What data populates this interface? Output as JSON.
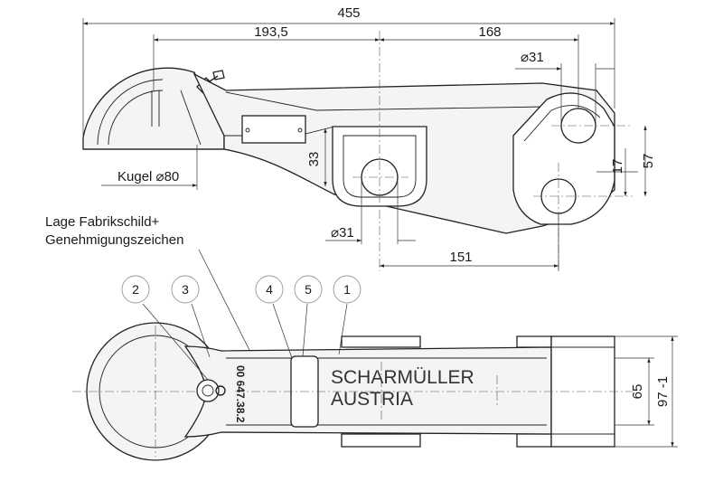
{
  "dimensions": {
    "overall_length": "455",
    "ball_to_center": "193,5",
    "center_to_eye": "168",
    "eye_bore_top": "⌀31",
    "center_bore": "⌀31",
    "ball_diameter": "Kugel ⌀80",
    "height_33": "33",
    "offset_17": "17",
    "eye_spacing": "57",
    "length_151": "151",
    "width_65": "65",
    "width_97": "97 -1"
  },
  "notes": {
    "label_line1": "Lage Fabrikschild+",
    "label_line2": "Genehmigungszeichen",
    "brand_line1": "SCHARMÜLLER",
    "brand_line2": "AUSTRIA",
    "approval_mark": "00 647.38.2"
  },
  "callouts": [
    "2",
    "3",
    "4",
    "5",
    "1"
  ]
}
